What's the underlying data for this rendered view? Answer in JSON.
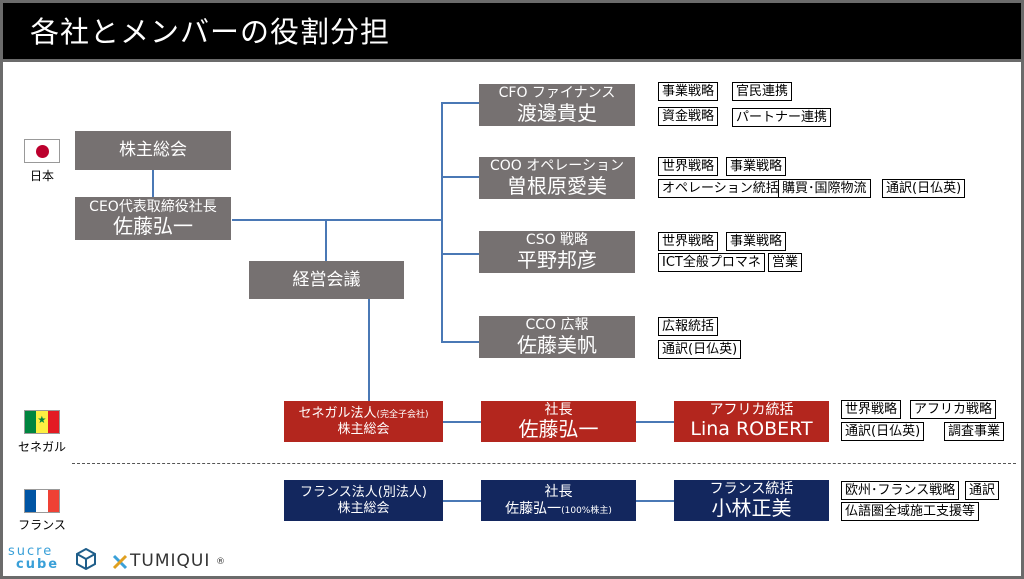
{
  "title": "各社とメンバーの役割分担",
  "countries": {
    "japan": "日本",
    "senegal": "セネガル",
    "france": "フランス"
  },
  "japan": {
    "shareholders": "株主総会",
    "ceo_role": "CEO代表取締役社長",
    "ceo_name": "佐藤弘一",
    "board": "経営会議",
    "executives": [
      {
        "role": "CFO ファイナンス",
        "name": "渡邊貴史",
        "tags": [
          [
            "事業戦略",
            "官民連携"
          ],
          [
            "資金戦略",
            "パートナー連携"
          ]
        ]
      },
      {
        "role": "COO オペレーション",
        "name": "曽根原愛美",
        "tags": [
          [
            "世界戦略",
            "事業戦略"
          ],
          [
            "オペレーション統括",
            "購買･国際物流",
            "通訳(日仏英)"
          ]
        ]
      },
      {
        "role": "CSO 戦略",
        "name": "平野邦彦",
        "tags": [
          [
            "世界戦略",
            "事業戦略"
          ],
          [
            "ICT全般プロマネ",
            "営業"
          ]
        ]
      },
      {
        "role": "CCO 広報",
        "name": "佐藤美帆",
        "tags": [
          [
            "広報統括"
          ],
          [
            "通訳(日仏英)"
          ]
        ]
      }
    ]
  },
  "senegal": {
    "entity_a": "セネガル法人",
    "entity_b": "(完全子会社)",
    "entity_c": "株主総会",
    "president_role": "社長",
    "president_name": "佐藤弘一",
    "lead_role": "アフリカ統括",
    "lead_name": "Lina ROBERT",
    "tags": [
      [
        "世界戦略",
        "アフリカ戦略"
      ],
      [
        "通訳(日仏英)",
        "調査事業"
      ]
    ]
  },
  "france": {
    "entity_a": "フランス法人(別法人)",
    "entity_c": "株主総会",
    "president_role": "社長",
    "president_name": "佐藤弘一",
    "president_note": "(100%株主)",
    "lead_role": "フランス統括",
    "lead_name": "小林正美",
    "tags": [
      [
        "欧州･フランス戦略",
        "通訳"
      ],
      [
        "仏語圏全域施工支援等"
      ]
    ]
  },
  "logos": {
    "sucre_top": "sucre",
    "sucre_bottom": "cube",
    "tumiqui": "TUMIQUI"
  },
  "colors": {
    "gray": "#767171",
    "red": "#b3261e",
    "navy": "#13275e",
    "line": "#4a78b5"
  }
}
